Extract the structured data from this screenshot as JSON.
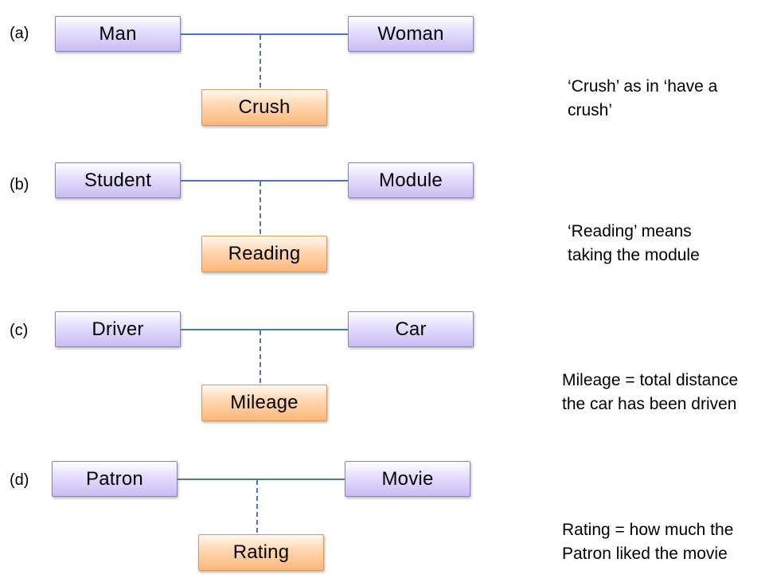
{
  "diagrams": [
    {
      "label": "(a)",
      "left_entity": "Man",
      "right_entity": "Woman",
      "relationship": "Crush",
      "note_lines": [
        "‘Crush’ as in ‘have a",
        "crush’"
      ]
    },
    {
      "label": "(b)",
      "left_entity": "Student",
      "right_entity": "Module",
      "relationship": "Reading",
      "note_lines": [
        "‘Reading’ means",
        "taking the module"
      ]
    },
    {
      "label": "(c)",
      "left_entity": "Driver",
      "right_entity": "Car",
      "relationship": "Mileage",
      "note_lines": [
        "Mileage = total distance",
        "the car has been driven"
      ]
    },
    {
      "label": "(d)",
      "left_entity": "Patron",
      "right_entity": "Movie",
      "relationship": "Rating",
      "note_lines": [
        "Rating = how much the",
        "Patron liked the movie"
      ]
    }
  ],
  "colors": {
    "entity_fill_top": "#ffffff",
    "entity_fill_bottom": "#c9bcf3",
    "entity_border": "#8e83b3",
    "relationship_fill_top": "#fff8ef",
    "relationship_fill_bottom": "#fdb77a",
    "relationship_border": "#d39a5f",
    "line": "#4a77bf"
  }
}
